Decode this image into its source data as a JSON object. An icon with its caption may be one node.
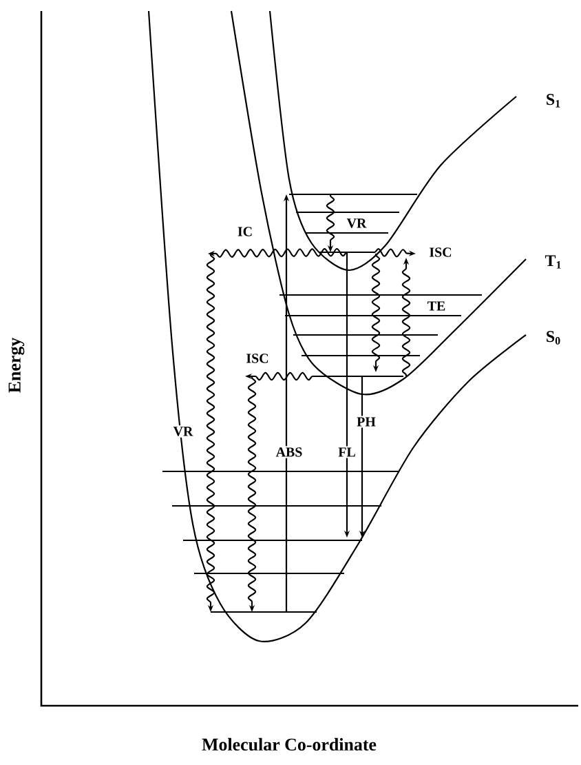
{
  "diagram": {
    "labels": [
      "S$_{1}$",
      "IC",
      "VR",
      "ISC",
      "T$_{1}$",
      "TE",
      "S$_{0}$",
      "ISC",
      "VR",
      "PH",
      "ABS",
      "FL",
      "Energy",
      "Molecular Co-ordinate"
    ]
  }
}
